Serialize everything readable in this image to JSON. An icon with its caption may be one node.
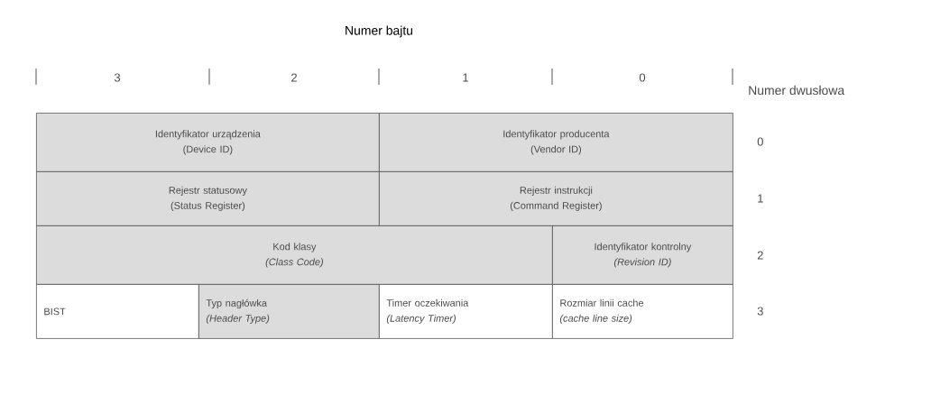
{
  "diagram": {
    "nodes": [
      {
        "text": [
          "Identyfikator urządzenia",
          "(Device ID)"
        ]
      },
      {
        "text": [
          "Identyfikator producenta",
          "(Vendor ID)"
        ]
      },
      {
        "text": [
          "Rejestr statusowy",
          "(Status Register)"
        ]
      },
      {
        "text": [
          "Rejestr instrukcji",
          "(Command Register)"
        ]
      },
      {
        "text": [
          "Kod klasy",
          "(Class Code)"
        ]
      },
      {
        "text": [
          "Identyfikator kontrolny",
          "(Revision ID)"
        ]
      },
      {
        "text": [
          "BIST"
        ]
      },
      {
        "text": [
          "Typ nagłówka",
          "(Header Type)"
        ]
      },
      {
        "text": [
          "Timer oczekiwania",
          "(Latency Timer)"
        ]
      },
      {
        "text": [
          "Rozmiar linii cache",
          "(cache line size)"
        ]
      }
    ],
    "labels": [
      "Numer bajtu",
      "3",
      "2",
      "1",
      "0",
      "Numer dwusłowa",
      "0",
      "1",
      "2",
      "3"
    ]
  }
}
